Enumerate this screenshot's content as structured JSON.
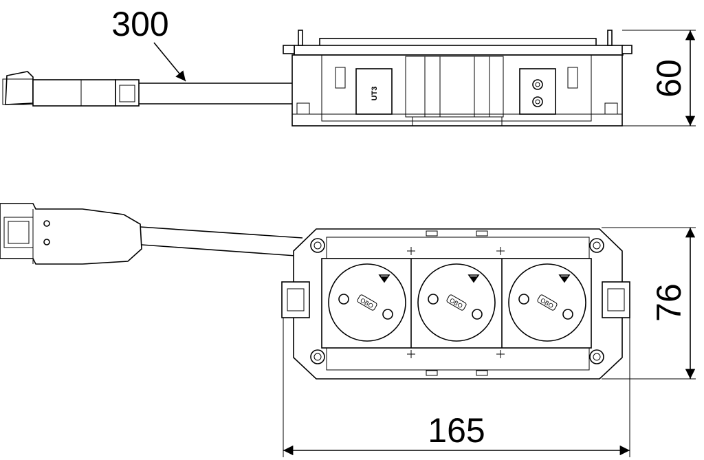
{
  "dimensions": {
    "cable_length": "300",
    "height": "60",
    "depth": "76",
    "width": "165"
  },
  "module_label": "UT3"
}
